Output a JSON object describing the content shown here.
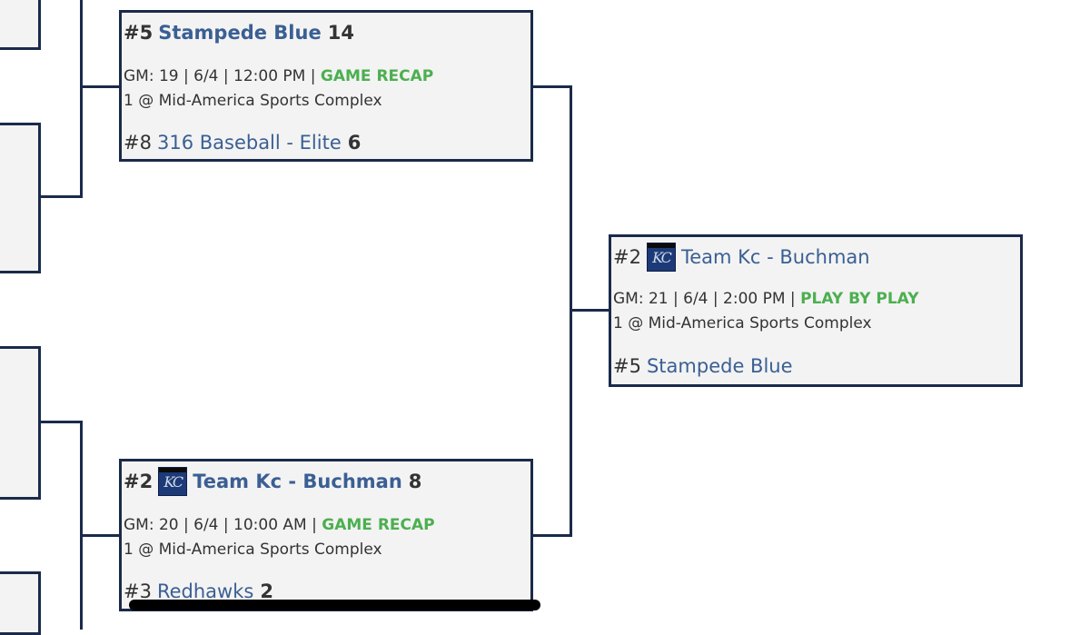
{
  "games": [
    {
      "id": "game-19",
      "top": {
        "seed": "#5",
        "name": "Stampede Blue",
        "score": "14",
        "winner": true,
        "logo": false
      },
      "info": {
        "gm": "GM: 19 | 6/4 | 12:00 PM |",
        "action": "GAME RECAP",
        "location": "1 @ Mid-America Sports Complex"
      },
      "bottom": {
        "seed": "#8",
        "name": "316 Baseball - Elite",
        "score": "6",
        "winner": false,
        "logo": false
      }
    },
    {
      "id": "game-20",
      "top": {
        "seed": "#2",
        "name": "Team Kc - Buchman",
        "score": "8",
        "winner": true,
        "logo": true
      },
      "info": {
        "gm": "GM: 20 | 6/4 | 10:00 AM |",
        "action": "GAME RECAP",
        "location": "1 @ Mid-America Sports Complex"
      },
      "bottom": {
        "seed": "#3",
        "name": "Redhawks",
        "score": "2",
        "winner": false,
        "logo": false
      }
    },
    {
      "id": "game-21",
      "top": {
        "seed": "#2",
        "name": "Team Kc - Buchman",
        "score": "",
        "winner": false,
        "logo": true
      },
      "info": {
        "gm": "GM: 21 | 6/4 | 2:00 PM |",
        "action": "PLAY BY PLAY",
        "location": "1 @ Mid-America Sports Complex"
      },
      "bottom": {
        "seed": "#5",
        "name": "Stampede Blue",
        "score": "",
        "winner": false,
        "logo": false
      }
    }
  ],
  "logo_text": "KC",
  "colors": {
    "border": "#1b2a4a",
    "team_link": "#3a5f93",
    "action_link": "#4caf50",
    "box_bg": "#f3f3f3"
  }
}
